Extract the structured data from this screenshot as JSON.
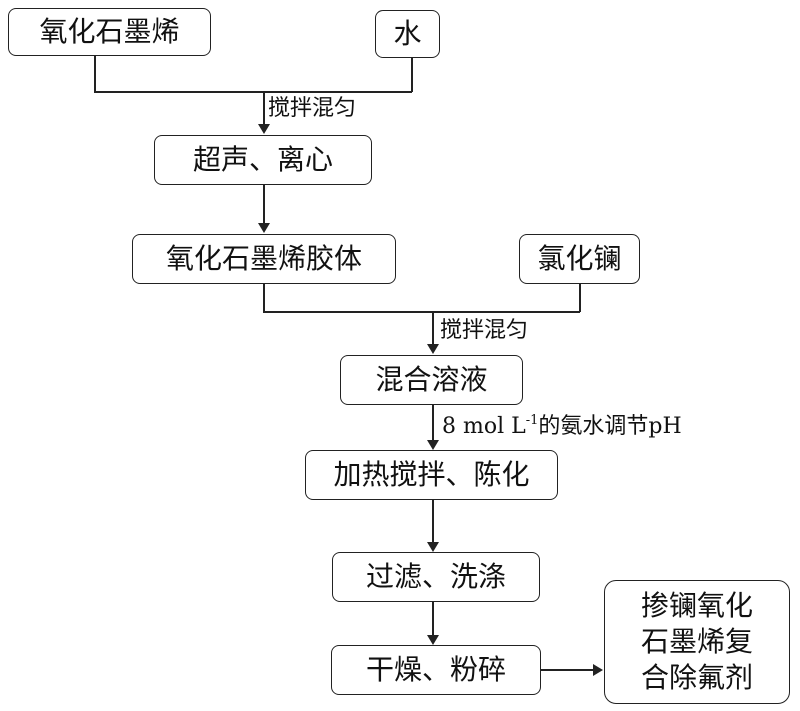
{
  "nodes": {
    "go": "氧化石墨烯",
    "water": "水",
    "ultrasonic": "超声、离心",
    "go_colloid": "氧化石墨烯胶体",
    "lanthanum_chloride": "氯化镧",
    "mixed_solution": "混合溶液",
    "heat_stir": "加热搅拌、陈化",
    "filter_wash": "过滤、洗涤",
    "dry_crush": "干燥、粉碎",
    "product_lines": [
      "掺镧氧化",
      "石墨烯复",
      "合除氟剂"
    ]
  },
  "labels": {
    "stir_mix_1": "搅拌混匀",
    "stir_mix_2": "搅拌混匀",
    "ammonia_prefix": "8 mol L",
    "ammonia_sup": "-1",
    "ammonia_suffix": "的氨水调节pH"
  }
}
